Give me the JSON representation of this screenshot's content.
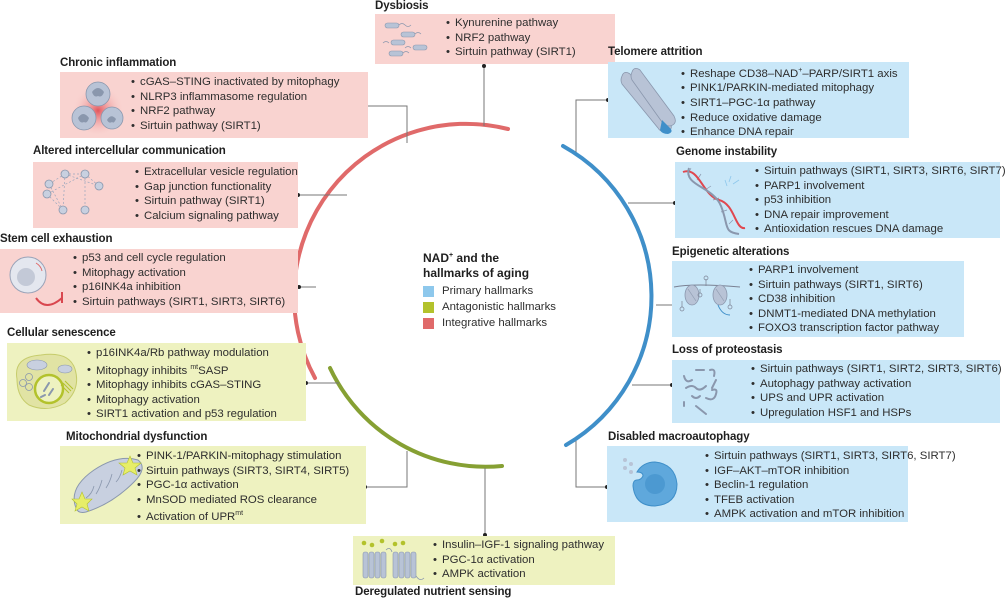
{
  "center": {
    "title_line1": "NAD",
    "title_sup": "+",
    "title_line1_rest": " and the",
    "title_line2": "hallmarks of aging",
    "legend": [
      {
        "label": "Primary hallmarks",
        "color": "#8ec8ec"
      },
      {
        "label": "Antagonistic hallmarks",
        "color": "#b3c22c"
      },
      {
        "label": "Integrative hallmarks",
        "color": "#e06a6a"
      }
    ]
  },
  "colors": {
    "integrative_arc": "#e06a6a",
    "antagonistic_arc": "#86a033",
    "primary_arc": "#3f8fc9",
    "integrative_box": "#f9d3d0",
    "antagonistic_box": "#eef2c0",
    "primary_box": "#c9e7f8"
  },
  "hallmarks": {
    "dysbiosis": {
      "title": "Dysbiosis",
      "category": "Integrative",
      "icon": "bacteria-icon",
      "items": [
        "Kynurenine pathway",
        "NRF2 pathway",
        "Sirtuin pathway (SIRT1)"
      ]
    },
    "chronic_inflammation": {
      "title": "Chronic inflammation",
      "category": "Integrative",
      "icon": "immune-cells-icon",
      "items": [
        "cGAS–STING inactivated by mitophagy",
        "NLRP3 inflammasome regulation",
        "NRF2 pathway",
        "Sirtuin pathway (SIRT1)"
      ]
    },
    "intercellular_communication": {
      "title": "Altered intercellular communication",
      "category": "Integrative",
      "icon": "cell-network-icon",
      "items": [
        "Extracellular vesicle regulation",
        "Gap junction functionality",
        "Sirtuin pathway (SIRT1)",
        "Calcium signaling pathway"
      ]
    },
    "stem_cell_exhaustion": {
      "title": "Stem cell exhaustion",
      "category": "Integrative",
      "icon": "stem-cell-icon",
      "items": [
        "p53 and cell cycle regulation",
        "Mitophagy activation",
        "p16INK4a inhibition",
        "Sirtuin pathways (SIRT1, SIRT3, SIRT6)"
      ]
    },
    "cellular_senescence": {
      "title": "Cellular senescence",
      "category": "Antagonistic",
      "icon": "senescent-cell-icon",
      "items": [
        "p16INK4a/Rb pathway modulation",
        "Mitophagy inhibits ^mtSASP",
        "Mitophagy inhibits cGAS–STING",
        "Mitophagy activation",
        "SIRT1 activation and p53 regulation"
      ]
    },
    "mitochondrial_dysfunction": {
      "title": "Mitochondrial dysfunction",
      "category": "Antagonistic",
      "icon": "mitochondrion-icon",
      "items": [
        "PINK-1/PARKIN-mitophagy stimulation",
        "Sirtuin pathways (SIRT3, SIRT4, SIRT5)",
        "PGC-1α activation",
        "MnSOD mediated ROS clearance",
        "Activation of UPR^mt"
      ]
    },
    "nutrient_sensing": {
      "title": "Deregulated nutrient sensing",
      "category": "Antagonistic",
      "icon": "membrane-receptor-icon",
      "items": [
        "Insulin–IGF-1 signaling pathway",
        "PGC-1α activation",
        "AMPK activation"
      ]
    },
    "telomere_attrition": {
      "title": "Telomere attrition",
      "category": "Primary",
      "icon": "chromosome-icon",
      "items": [
        "Reshape CD38–NAD^+–PARP/SIRT1 axis",
        "PINK1/PARKIN-mediated mitophagy",
        "SIRT1–PGC-1α pathway",
        "Reduce oxidative damage",
        "Enhance DNA repair"
      ]
    },
    "genome_instability": {
      "title": "Genome instability",
      "category": "Primary",
      "icon": "dna-helix-icon",
      "items": [
        "Sirtuin pathways (SIRT1, SIRT3, SIRT6, SIRT7)",
        "PARP1 involvement",
        "p53 inhibition",
        "DNA repair improvement",
        "Antioxidation rescues DNA damage"
      ]
    },
    "epigenetic_alterations": {
      "title": "Epigenetic alterations",
      "category": "Primary",
      "icon": "nucleosome-icon",
      "items": [
        "PARP1 involvement",
        "Sirtuin pathways (SIRT1, SIRT6)",
        "CD38 inhibition",
        "DNMT1-mediated DNA methylation",
        "FOXO3 transcription factor pathway"
      ]
    },
    "proteostasis": {
      "title": "Loss of proteostasis",
      "category": "Primary",
      "icon": "misfolded-proteins-icon",
      "items": [
        "Sirtuin pathways (SIRT1, SIRT2, SIRT3, SIRT6)",
        "Autophagy pathway activation",
        "UPS and UPR activation",
        "Upregulation HSF1 and HSPs"
      ]
    },
    "macroautophagy": {
      "title": "Disabled macroautophagy",
      "category": "Primary",
      "icon": "autophagic-cell-icon",
      "items": [
        "Sirtuin pathways (SIRT1, SIRT3, SIRT6, SIRT7)",
        "IGF–AKT–mTOR inhibition",
        "Beclin-1 regulation",
        "TFEB activation",
        "AMPK activation and mTOR inhibition"
      ]
    }
  }
}
